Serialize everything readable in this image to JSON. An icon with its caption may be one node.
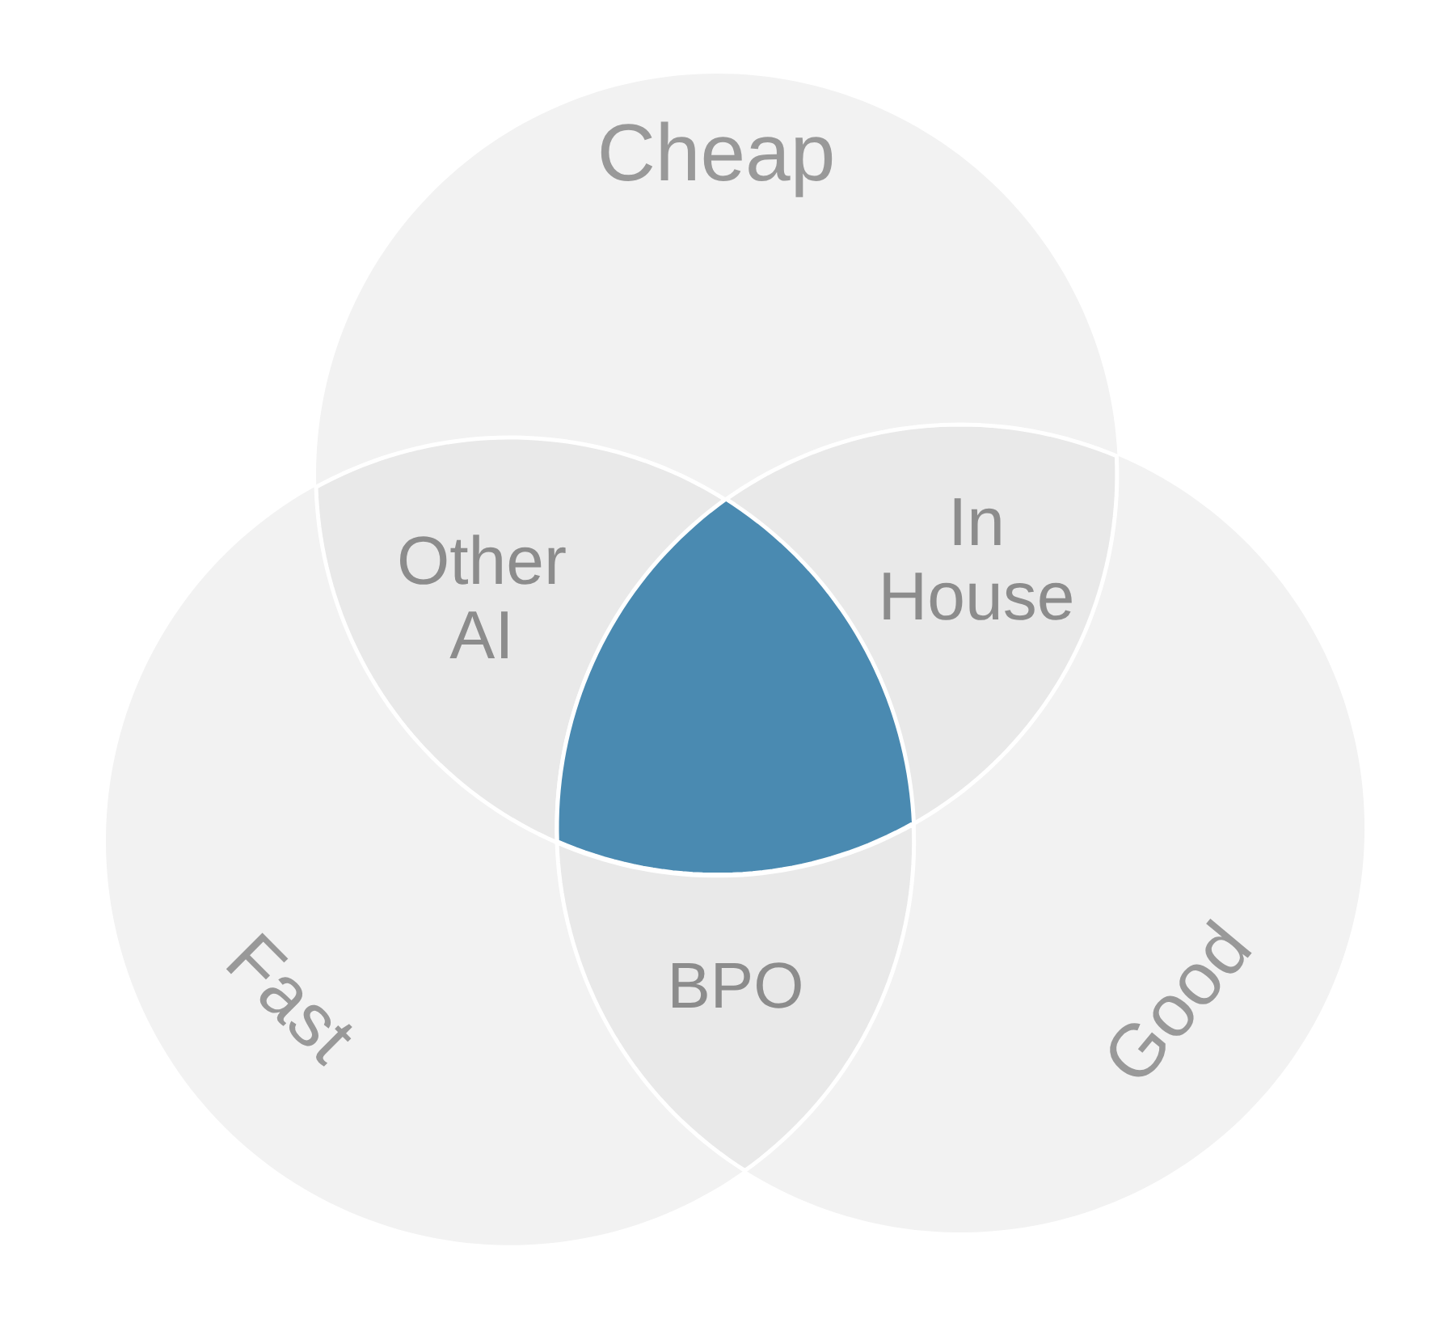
{
  "diagram": {
    "nodes": [
      {
        "text": [
          "Cheap"
        ]
      },
      {
        "text": [
          "Other AI"
        ]
      },
      {
        "text": [
          "In House"
        ]
      },
      {
        "text": [],
        "shape": "triangle"
      },
      {
        "text": [
          "Fast"
        ]
      },
      {
        "text": [
          "BPO"
        ]
      },
      {
        "text": [
          "Good"
        ]
      }
    ]
  }
}
